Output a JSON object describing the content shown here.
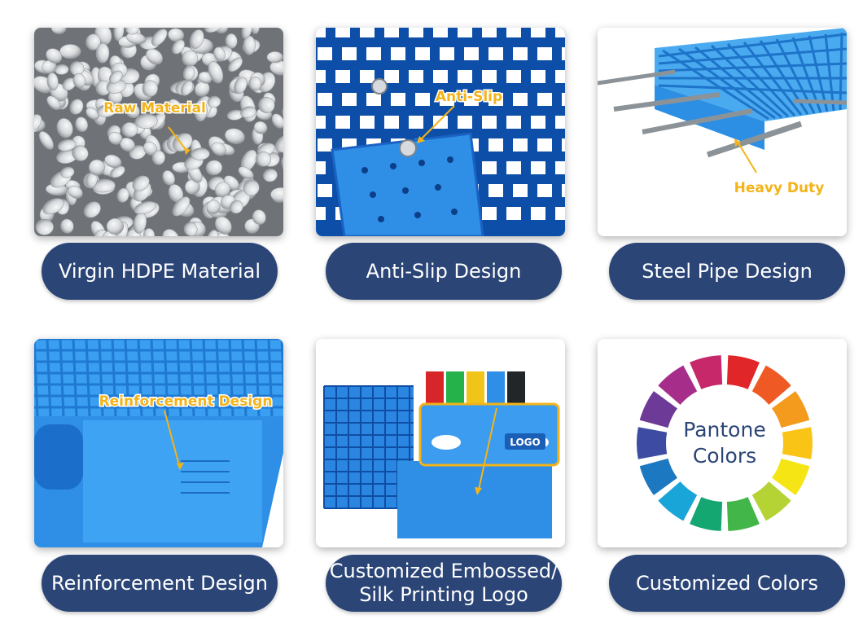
{
  "features": [
    {
      "id": "raw",
      "label": "Virgin HDPE Material",
      "annotation": "Raw Material",
      "icon": "plastic-pellets-image"
    },
    {
      "id": "antislip",
      "label": "Anti-Slip Design",
      "annotation": "Anti-Slip",
      "icon": "pallet-surface-image"
    },
    {
      "id": "steel",
      "label": "Steel Pipe Design",
      "annotation": "Heavy Duty",
      "icon": "steel-pipe-pallet-image"
    },
    {
      "id": "reinforce",
      "label": "Reinforcement Design",
      "annotation": "Reinforcement Design",
      "icon": "reinforced-pallet-image"
    },
    {
      "id": "logo",
      "label_line1": "Customized Embossed/",
      "label_line2": "Silk Printing Logo",
      "logo_text": "LOGO",
      "icon": "logo-pallet-image"
    },
    {
      "id": "colors",
      "label": "Customized Colors",
      "wheel_line1": "Pantone",
      "wheel_line2": "Colors",
      "icon": "color-wheel-image"
    }
  ],
  "colors": {
    "pill": "#2b4577",
    "accent": "#f4b318",
    "pallet_blue": "#2f8fe6"
  }
}
